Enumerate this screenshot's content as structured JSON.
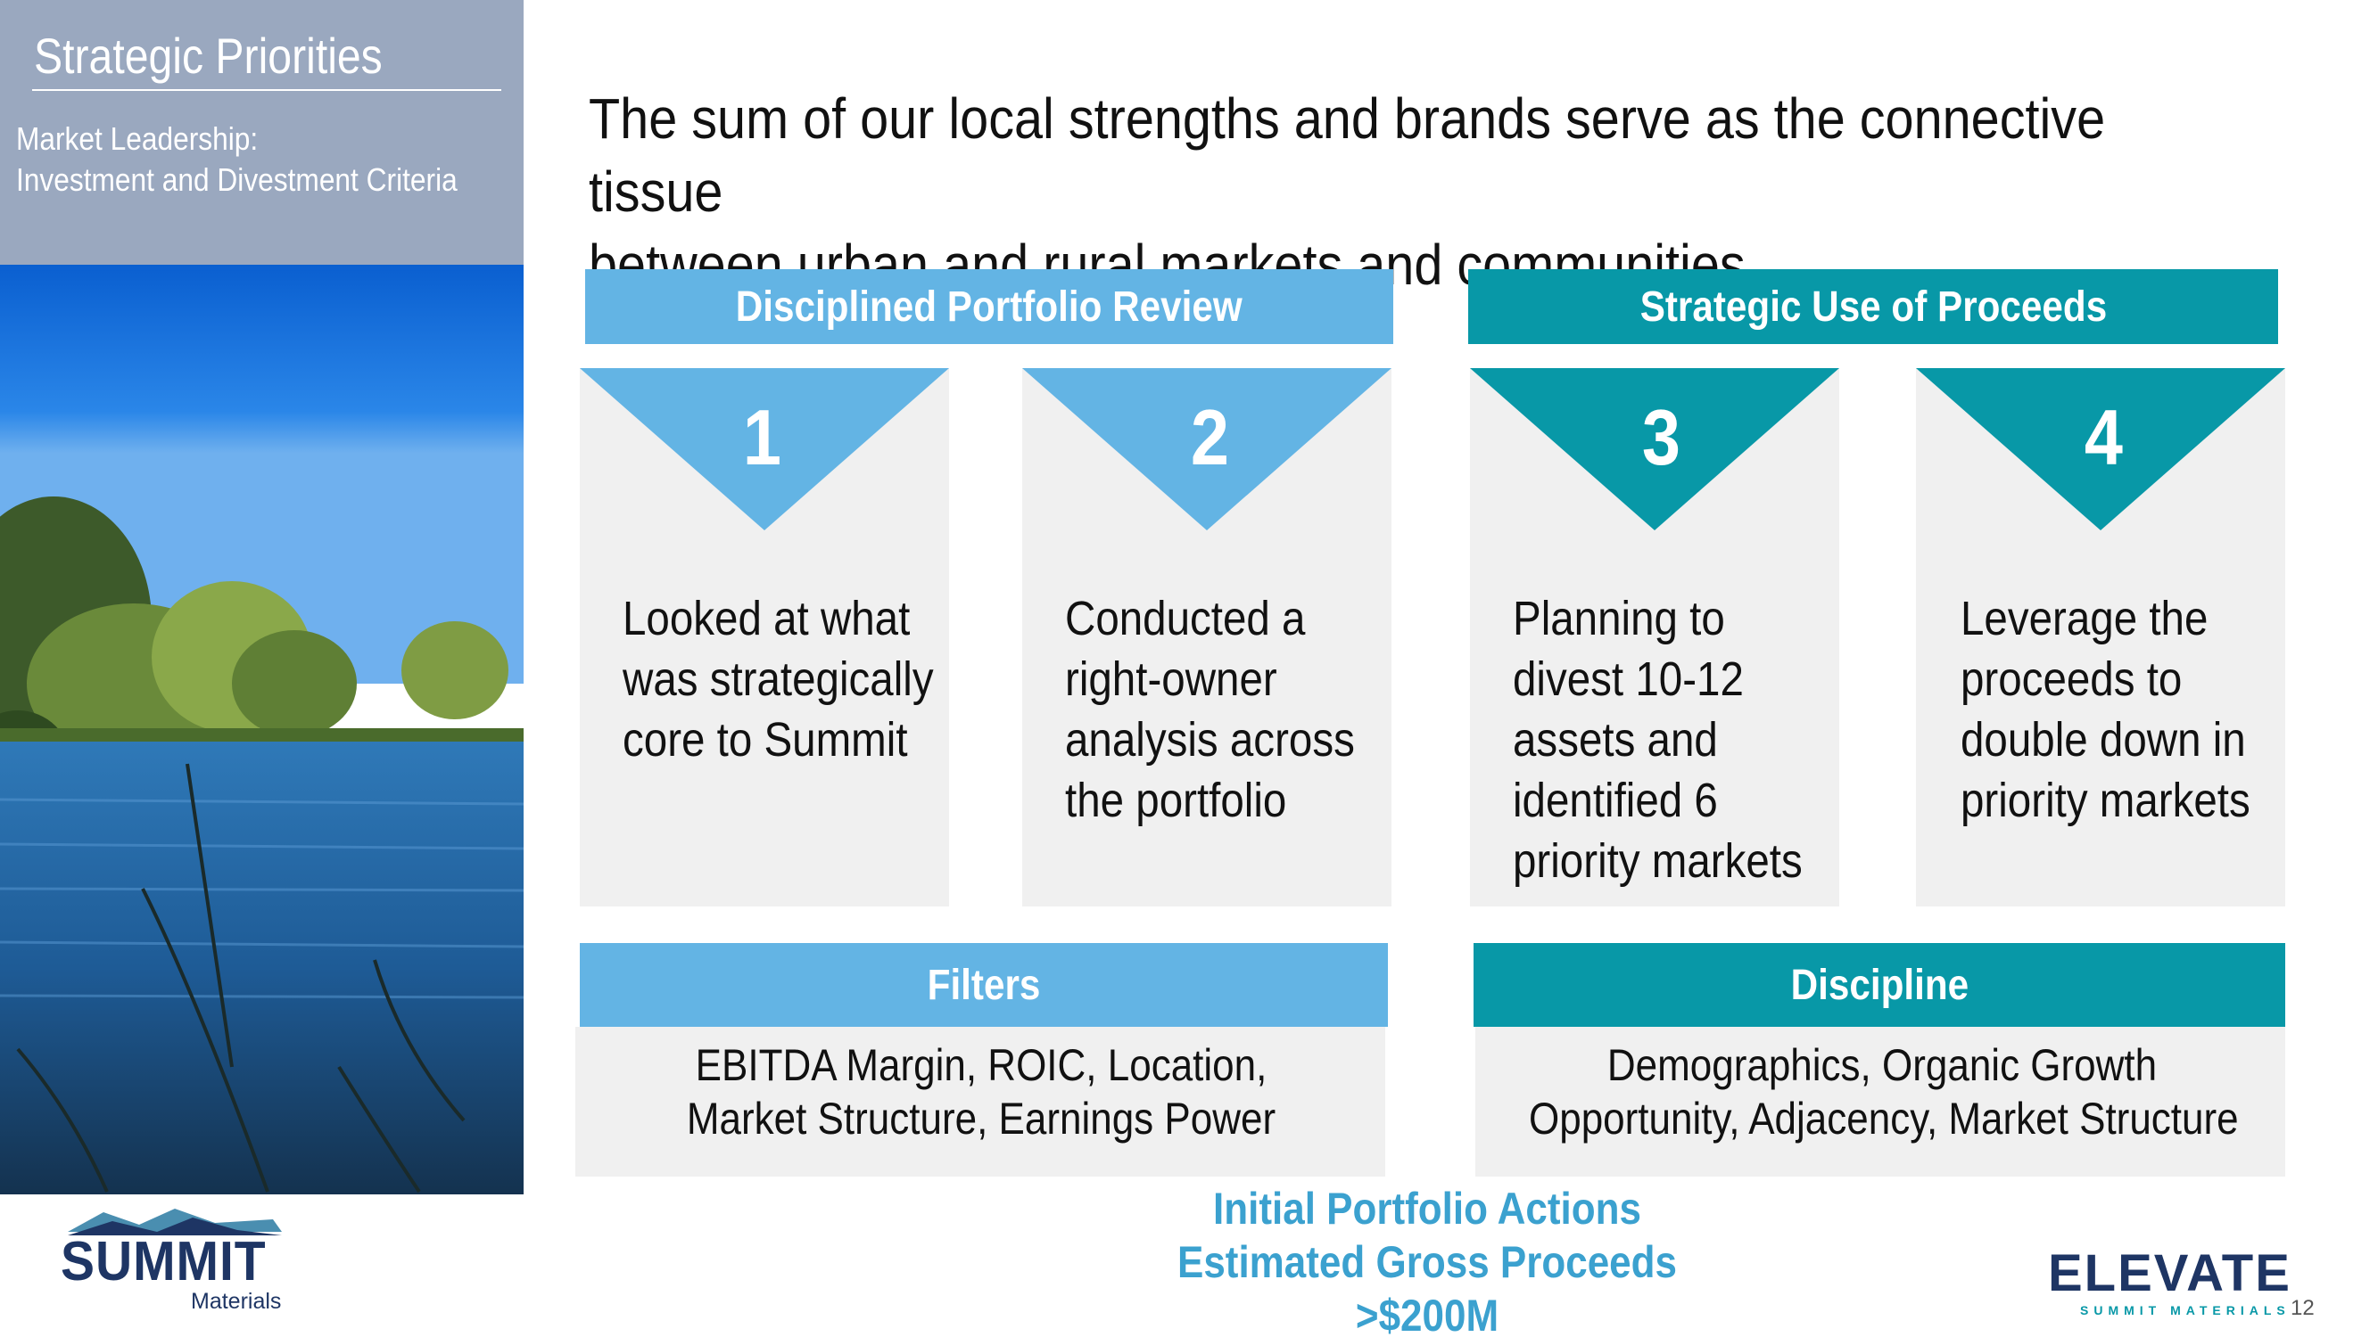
{
  "sidebar": {
    "title": "Strategic Priorities",
    "subtitle_line1": "Market Leadership:",
    "subtitle_line2": "Investment and Divestment Criteria"
  },
  "headline": {
    "line1": "The sum of our local strengths and brands serve as the connective tissue",
    "line2": "between urban and rural markets and communities."
  },
  "sections": {
    "left_header": "Disciplined Portfolio Review",
    "right_header": "Strategic Use of Proceeds"
  },
  "cards": [
    {
      "number": "1",
      "lines": [
        "Looked at what",
        "was strategically",
        "core to Summit"
      ]
    },
    {
      "number": "2",
      "lines": [
        "Conducted a",
        "right-owner",
        "analysis across",
        "the portfolio"
      ]
    },
    {
      "number": "3",
      "lines": [
        "Planning to",
        "divest 10-12",
        "assets and",
        "identified 6",
        "priority markets"
      ]
    },
    {
      "number": "4",
      "lines": [
        "Leverage the",
        "proceeds to",
        "double down in",
        "priority markets"
      ]
    }
  ],
  "filters": {
    "title": "Filters",
    "line1": "EBITDA Margin, ROIC, Location,",
    "line2": "Market Structure, Earnings Power"
  },
  "discipline": {
    "title": "Discipline",
    "line1": "Demographics, Organic Growth",
    "line2": "Opportunity, Adjacency, Market Structure"
  },
  "actions": {
    "line1": "Initial Portfolio Actions",
    "line2": "Estimated Gross Proceeds",
    "line3": ">$200M"
  },
  "logos": {
    "summit_name": "SUMMIT",
    "summit_sub": "Materials",
    "elevate_name": "ELEVATE",
    "elevate_sub": "SUMMIT MATERIALS"
  },
  "page_number": "12",
  "colors": {
    "light_blue": "#63b4e4",
    "teal": "#0898a7",
    "sidebar_gray": "#9aa8bf",
    "navy": "#1e3564",
    "actions_blue": "#3ba1cf"
  }
}
